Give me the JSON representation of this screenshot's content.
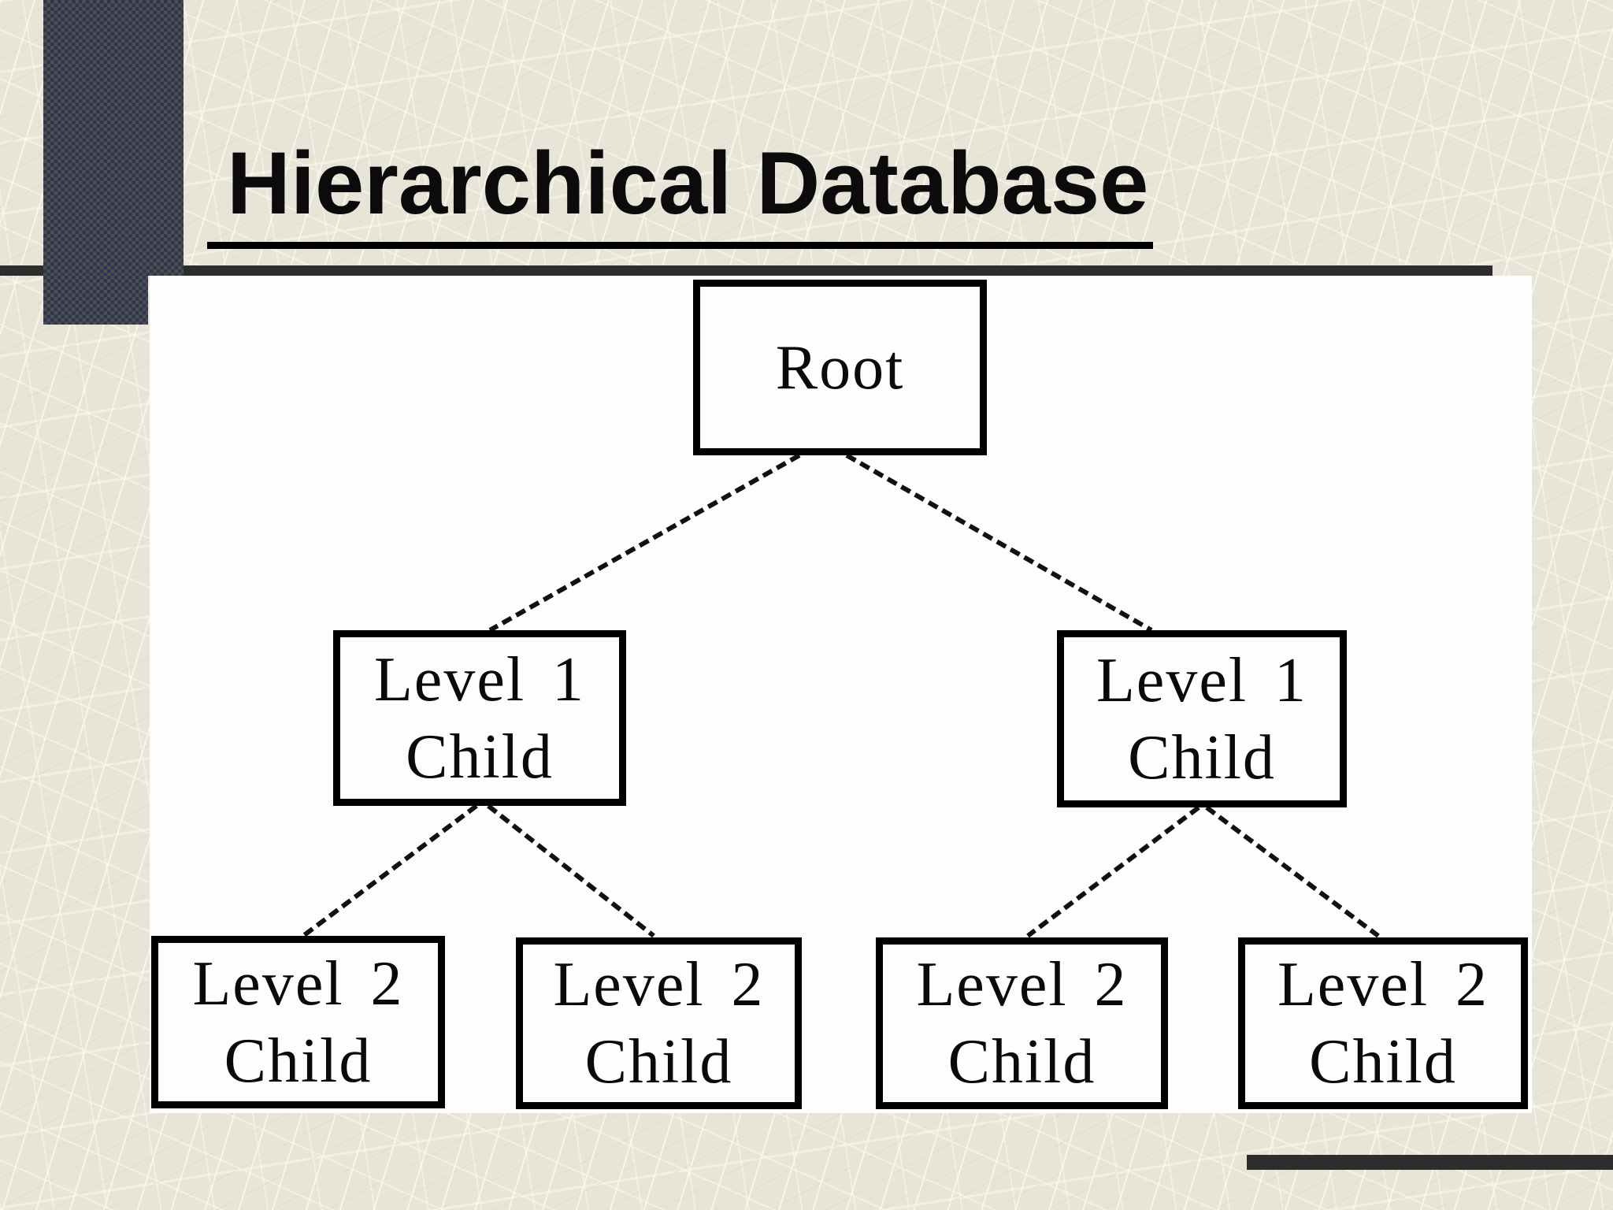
{
  "slide": {
    "title": "Hierarchical Database"
  },
  "tree": {
    "type": "hierarchy-diagram",
    "root": {
      "label": "Root"
    },
    "level1_children": [
      {
        "line1": "Level 1",
        "line2": "Child"
      },
      {
        "line1": "Level 1",
        "line2": "Child"
      }
    ],
    "level2_children": [
      {
        "line1": "Level 2",
        "line2": "Child"
      },
      {
        "line1": "Level 2",
        "line2": "Child"
      },
      {
        "line1": "Level 2",
        "line2": "Child"
      },
      {
        "line1": "Level 2",
        "line2": "Child"
      }
    ],
    "edges": [
      {
        "from": "root",
        "to": "level1-left"
      },
      {
        "from": "root",
        "to": "level1-right"
      },
      {
        "from": "level1-left",
        "to": "level2-1"
      },
      {
        "from": "level1-left",
        "to": "level2-2"
      },
      {
        "from": "level1-right",
        "to": "level2-3"
      },
      {
        "from": "level1-right",
        "to": "level2-4"
      }
    ]
  },
  "colors": {
    "background_beige": "#e8e5d8",
    "texture_stroke": "#f7f4e8",
    "accent_bar_navy": "#2f3457",
    "accent_bar_dot": "#4d5046",
    "rule_dark": "#2d2d2d",
    "canvas_white": "#fdfdfc",
    "node_border": "#000000",
    "title_text": "#0b0b0b"
  }
}
